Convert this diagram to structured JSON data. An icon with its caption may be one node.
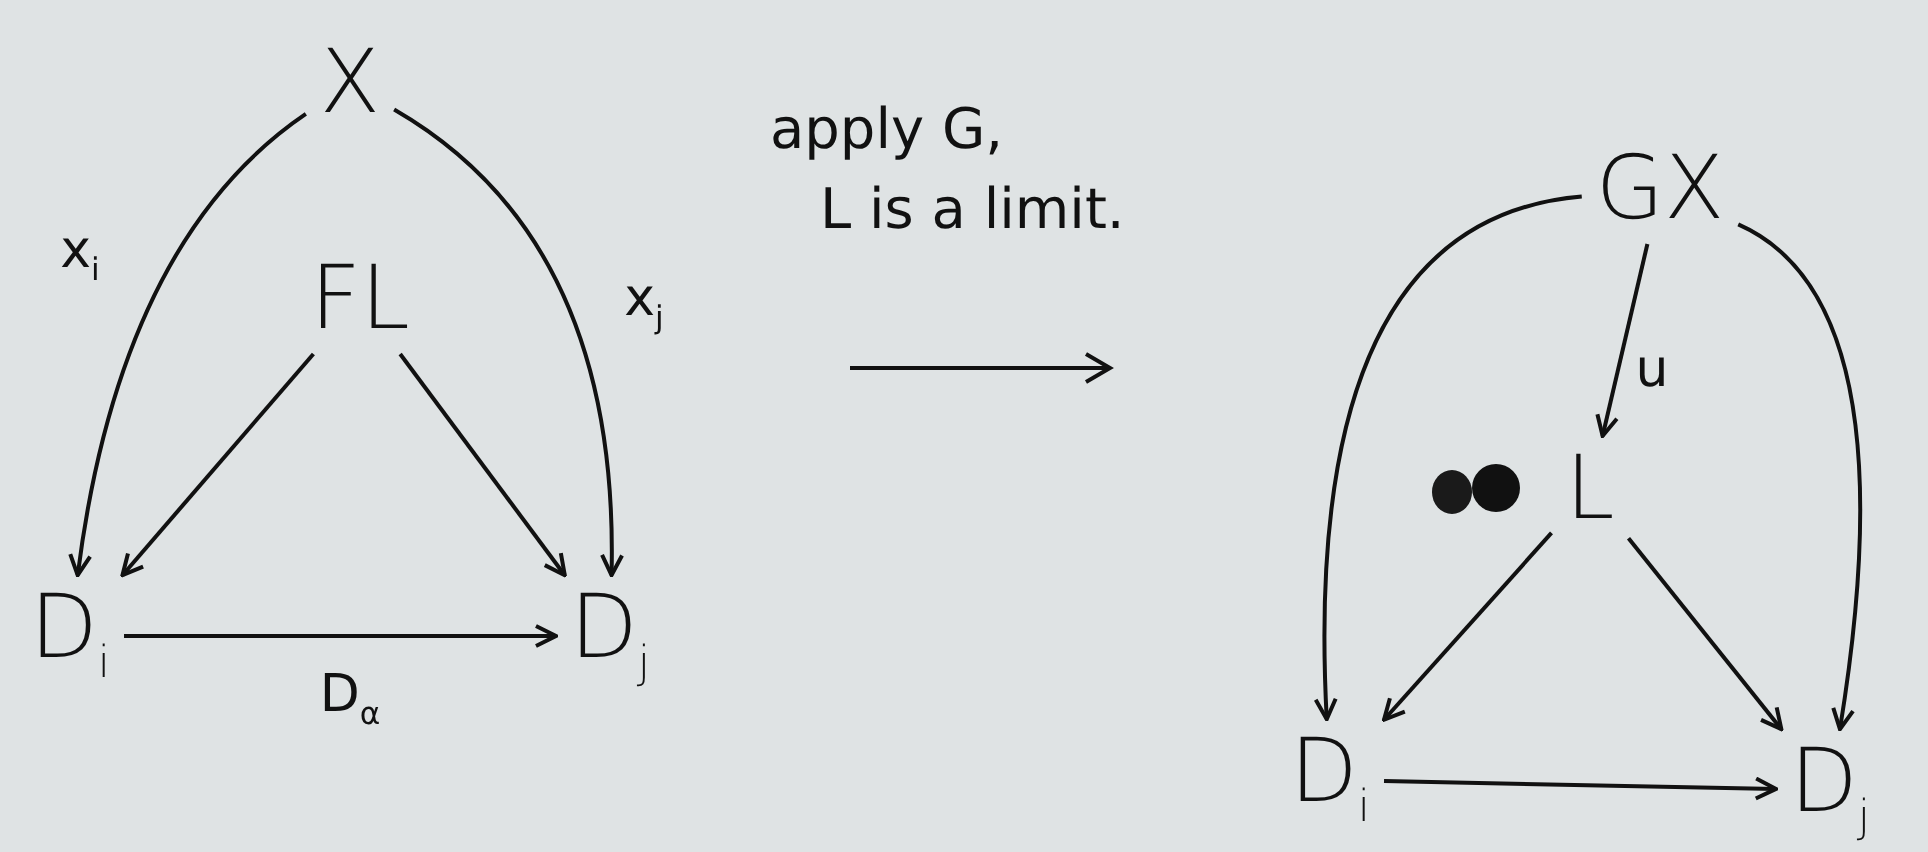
{
  "diagram": {
    "nodes": [
      {
        "text": [
          "X"
        ]
      },
      {
        "text": [
          "FL"
        ]
      },
      {
        "text": [
          "D$_{i}$"
        ]
      },
      {
        "text": [
          "D$_{j}$"
        ]
      },
      {
        "text": [
          "GX"
        ]
      },
      {
        "text": [
          "L"
        ]
      },
      {
        "text": [
          "D$_{i}$"
        ]
      },
      {
        "text": [
          "D$_{j}$"
        ]
      }
    ],
    "edges": [
      {
        "from": 0,
        "to": 2,
        "arrow": "to",
        "label": "x$_{i}$"
      },
      {
        "from": 0,
        "to": 3,
        "arrow": "to",
        "label": "x$_{j}$"
      },
      {
        "from": 1,
        "to": 2,
        "arrow": "to"
      },
      {
        "from": 1,
        "to": 3,
        "arrow": "to"
      },
      {
        "from": 2,
        "to": 3,
        "arrow": "to",
        "label": "D$_{α}$"
      },
      {
        "from": 4,
        "to": 5,
        "arrow": "to",
        "label": "u"
      },
      {
        "from": 4,
        "to": 6,
        "arrow": "to"
      },
      {
        "from": 4,
        "to": 7,
        "arrow": "to"
      },
      {
        "from": 5,
        "to": 6,
        "arrow": "to"
      },
      {
        "from": 5,
        "to": 7,
        "arrow": "to"
      },
      {
        "from": 6,
        "to": 7,
        "arrow": "to"
      }
    ],
    "labels": [
      "apply G,",
      "L is a limit."
    ]
  }
}
